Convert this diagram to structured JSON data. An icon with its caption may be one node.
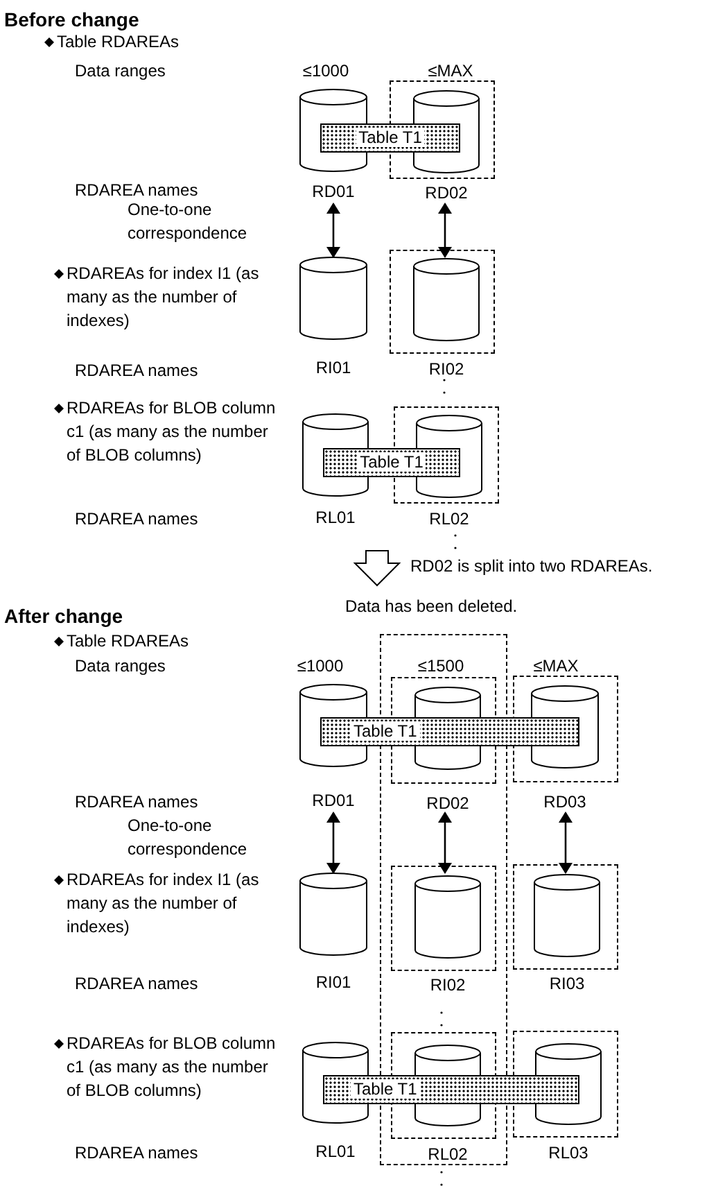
{
  "diagram": {
    "nodes": [
      {
        "text": [],
        "shape": "cylinder",
        "beside": [
          "RD01"
        ]
      },
      {
        "text": [],
        "shape": "box"
      },
      {
        "text": [],
        "shape": "cylinder",
        "beside": [
          "RD02"
        ],
        "in": 1
      },
      {
        "text": [
          "Table T1"
        ]
      },
      {
        "text": [],
        "shape": "cylinder",
        "beside": [
          "RI01"
        ]
      },
      {
        "text": [],
        "shape": "box"
      },
      {
        "text": [],
        "shape": "cylinder",
        "beside": [
          "RI02"
        ],
        "in": 5
      },
      {
        "text": [],
        "shape": "cylinder",
        "beside": [
          "RL01"
        ]
      },
      {
        "text": [],
        "shape": "box"
      },
      {
        "text": [],
        "shape": "cylinder",
        "beside": [
          "RL02"
        ],
        "in": 8
      },
      {
        "text": [
          "Table T1"
        ]
      },
      {
        "text": [],
        "shape": "box",
        "beside": [
          "Data has been deleted."
        ]
      },
      {
        "text": [],
        "shape": "cylinder",
        "beside": [
          "RD01"
        ]
      },
      {
        "text": [],
        "shape": "box",
        "in": 11
      },
      {
        "text": [],
        "shape": "cylinder",
        "beside": [
          "RD02"
        ],
        "in": 13
      },
      {
        "text": [],
        "shape": "box"
      },
      {
        "text": [],
        "shape": "cylinder",
        "beside": [
          "RD03"
        ],
        "in": 15
      },
      {
        "text": [
          "Table T1"
        ]
      },
      {
        "text": [],
        "shape": "cylinder",
        "beside": [
          "RI01"
        ]
      },
      {
        "text": [],
        "shape": "box",
        "in": 11
      },
      {
        "text": [],
        "shape": "cylinder",
        "beside": [
          "RI02"
        ],
        "in": 19
      },
      {
        "text": [],
        "shape": "box"
      },
      {
        "text": [],
        "shape": "cylinder",
        "beside": [
          "RI03"
        ],
        "in": 21
      },
      {
        "text": [],
        "shape": "cylinder",
        "beside": [
          "RL01"
        ]
      },
      {
        "text": [],
        "shape": "box",
        "in": 11
      },
      {
        "text": [],
        "shape": "cylinder",
        "beside": [
          "RL02"
        ],
        "in": 24
      },
      {
        "text": [],
        "shape": "box"
      },
      {
        "text": [],
        "shape": "cylinder",
        "beside": [
          "RL03"
        ],
        "in": 26
      },
      {
        "text": [
          "Table T1"
        ]
      }
    ],
    "edges": [
      {
        "from": 0,
        "to": 4,
        "arrow": "both"
      },
      {
        "from": 2,
        "to": 6,
        "arrow": "both"
      },
      {
        "from": 12,
        "to": 18,
        "arrow": "both"
      },
      {
        "from": 14,
        "to": 20,
        "arrow": "both"
      },
      {
        "from": 16,
        "to": 22,
        "arrow": "both"
      }
    ],
    "labels": [
      "Before change",
      "Table RDAREAs",
      "Data ranges",
      "≤1000",
      "≤MAX",
      "RDAREA names",
      "One-to-one correspondence",
      "RDAREAs for index I1 (as many as the number of indexes)",
      "RDAREA names",
      "RDAREAs for BLOB column c1 (as many as the number of BLOB columns)",
      "RDAREA names",
      "RD02 is split into two RDAREAs.",
      "After change",
      "Table RDAREAs",
      "Data ranges",
      "≤1000",
      "≤1500",
      "≤MAX",
      "RDAREA names",
      "One-to-one correspondence",
      "RDAREAs for index I1 (as many as the number of indexes)",
      "RDAREA names",
      "RDAREAs for BLOB column c1 (as many as the number of BLOB columns)",
      "RDAREA names"
    ]
  }
}
